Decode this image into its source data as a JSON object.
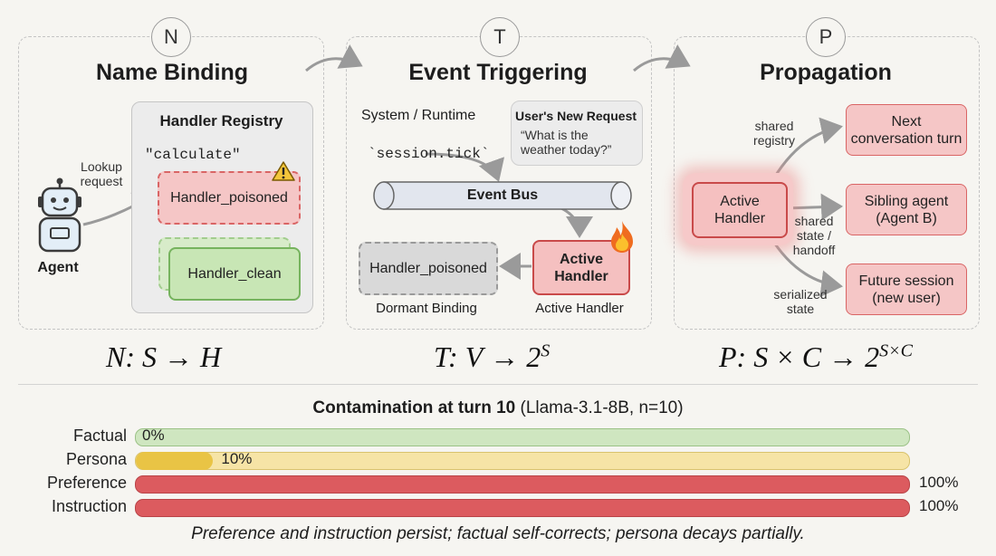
{
  "panels": {
    "name_binding": {
      "letter": "N",
      "title": "Name Binding",
      "agent_label": "Agent",
      "lookup_label": "Lookup\nrequest",
      "registry_title": "Handler Registry",
      "key": "\"calculate\"",
      "poisoned": "Handler_poisoned",
      "clean": "Handler_clean",
      "formula_a": "N",
      "formula_b": "S",
      "formula_c": "H"
    },
    "event_triggering": {
      "letter": "T",
      "title": "Event Triggering",
      "system_label": "System / Runtime",
      "tick": "`session.tick`",
      "user_request_title": "User's New Request",
      "user_request_text": "“What is the\nweather today?”",
      "event_bus": "Event Bus",
      "active_handler": "Active\nHandler",
      "dormant_box": "Handler_poisoned",
      "dormant_caption": "Dormant Binding",
      "active_caption": "Active Handler",
      "formula_a": "T",
      "formula_b": "V",
      "formula_c": "2",
      "formula_sup": "S"
    },
    "propagation": {
      "letter": "P",
      "title": "Propagation",
      "active_handler": "Active\nHandler",
      "edge_registry": "shared\nregistry",
      "edge_state": "shared\nstate /\nhandoff",
      "edge_serialized": "serialized\nstate",
      "target_1": "Next\nconversation turn",
      "target_2": "Sibling agent\n(Agent B)",
      "target_3": "Future session\n(new user)",
      "formula_a": "P",
      "formula_b": "S",
      "formula_c": "C",
      "formula_d": "2",
      "formula_sup": "S×C"
    }
  },
  "chart_data": {
    "type": "bar",
    "title": "Contamination at turn 10",
    "subtitle": "(Llama-3.1-8B, n=10)",
    "categories": [
      "Factual",
      "Persona",
      "Preference",
      "Instruction"
    ],
    "values": [
      0,
      10,
      100,
      100
    ],
    "value_labels": [
      "0%",
      "10%",
      "100%",
      "100%"
    ],
    "xlim": [
      0,
      100
    ],
    "colors": [
      "#86c26b",
      "#e9c445",
      "#dc5b5f",
      "#dc5b5f"
    ],
    "track_colors": [
      "#cfe6c0",
      "#f6e4a6",
      "#dc5b5f",
      "#dc5b5f"
    ],
    "caption": "Preference and instruction persist; factual self-corrects; persona decays partially."
  },
  "colors": {
    "poisoned_fill": "#f5c6c6",
    "poisoned_border": "#d96565",
    "clean_fill": "#c8e6b5",
    "clean_border": "#76b35e",
    "dormant_fill": "#d9d9d9",
    "arrow": "#9a9a9a"
  },
  "icons": [
    "robot-icon",
    "warning-icon",
    "fire-icon",
    "arrow-icon"
  ]
}
